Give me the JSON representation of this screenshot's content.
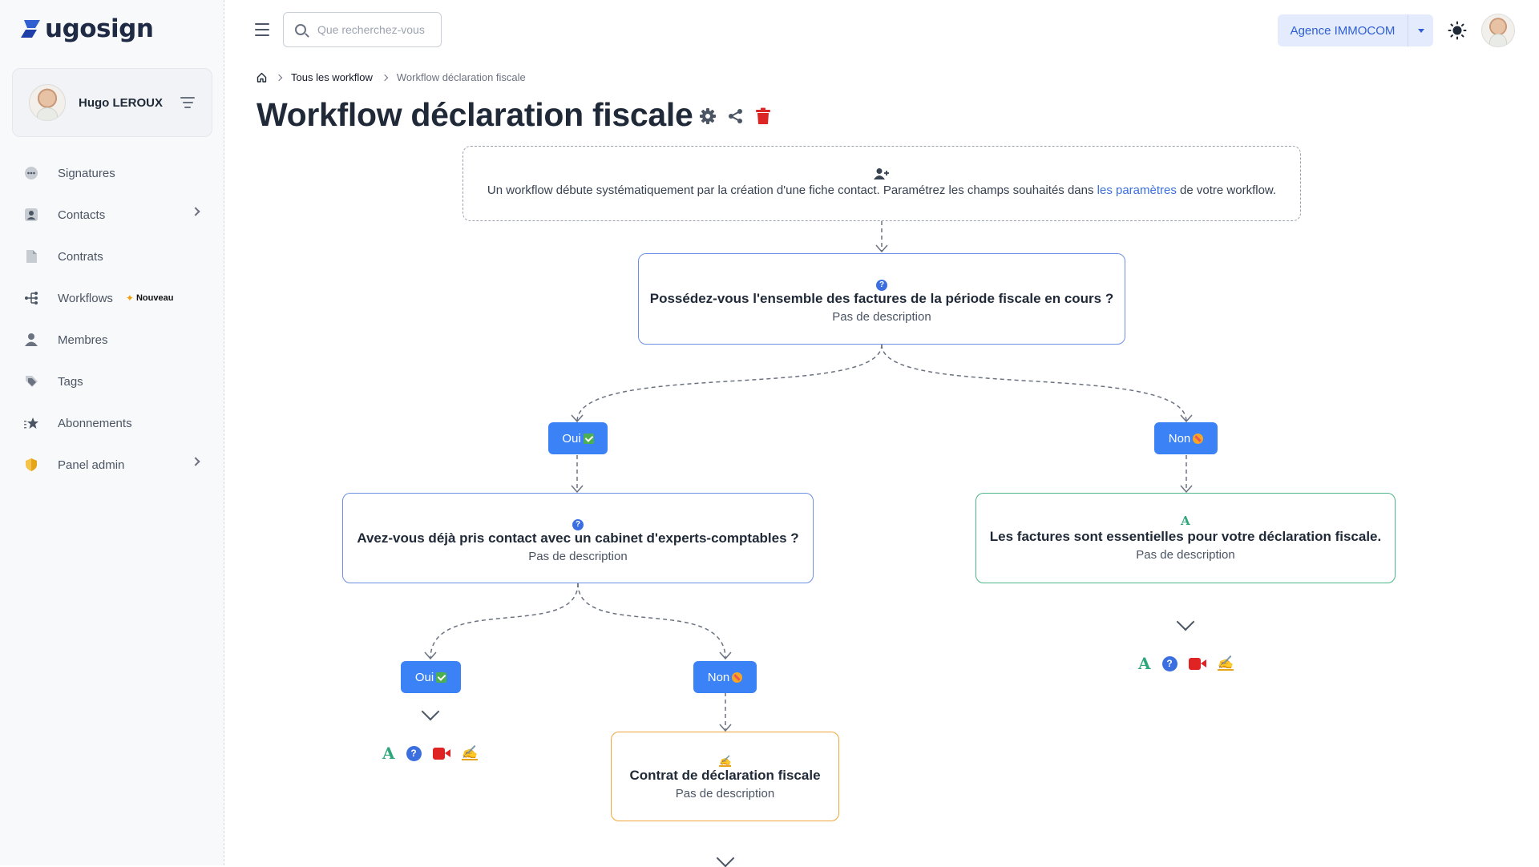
{
  "app": {
    "logo_text": "ugosign"
  },
  "user": {
    "name": "Hugo LEROUX"
  },
  "sidebar": {
    "items": [
      {
        "label": "Signatures"
      },
      {
        "label": "Contacts"
      },
      {
        "label": "Contrats"
      },
      {
        "label": "Workflows",
        "badge": "Nouveau"
      },
      {
        "label": "Membres"
      },
      {
        "label": "Tags"
      },
      {
        "label": "Abonnements"
      },
      {
        "label": "Panel admin"
      }
    ]
  },
  "search": {
    "placeholder": "Que recherchez-vous"
  },
  "agency": {
    "label": "Agence IMMOCOM"
  },
  "breadcrumb": {
    "all": "Tous les workflow",
    "current": "Workflow déclaration fiscale"
  },
  "page": {
    "title": "Workflow déclaration fiscale"
  },
  "intro": {
    "text_before": "Un workflow débute systématiquement par la création d'une fiche contact. Paramétrez les champs souhaités dans ",
    "link": "les paramètres",
    "text_after": " de votre workflow."
  },
  "nodes": {
    "q1": {
      "title": "Possédez-vous l'ensemble des factures de la période fiscale en cours ?",
      "desc": "Pas de description"
    },
    "q2": {
      "title": "Avez-vous déjà pris contact avec un cabinet d'experts-comptables ?",
      "desc": "Pas de description"
    },
    "info": {
      "title": "Les factures sont essentielles pour votre déclaration fiscale.",
      "desc": "Pas de description"
    },
    "contract": {
      "title": "Contrat de déclaration fiscale",
      "desc": "Pas de description"
    }
  },
  "branches": {
    "yes": "Oui",
    "no": "Non"
  },
  "tools": {
    "text_glyph": "A",
    "question_glyph": "?"
  },
  "colors": {
    "primary": "#3b82f6",
    "question": "#3b6fe0",
    "text_step": "#2fa77a",
    "video": "#e02424",
    "signature": "#e8a317",
    "delete": "#dc2626"
  }
}
